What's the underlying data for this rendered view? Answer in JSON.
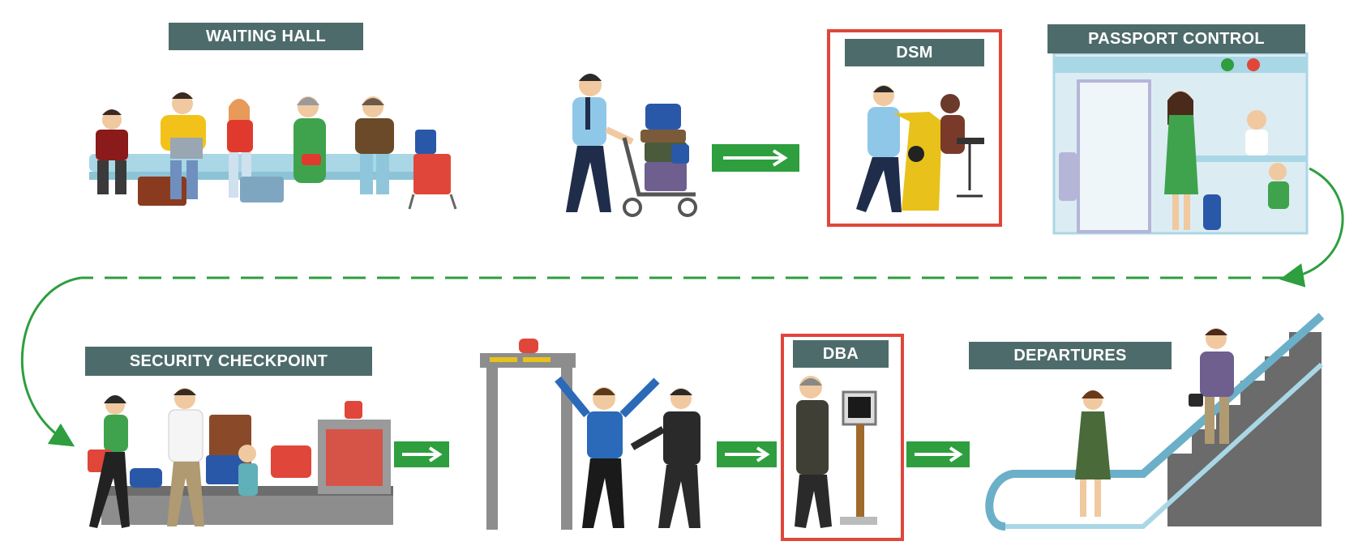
{
  "stages": {
    "waiting_hall": "WAITING HALL",
    "dsm": "DSM",
    "passport_control": "PASSPORT CONTROL",
    "security_checkpoint": "SECURITY CHECKPOINT",
    "dba": "DBA",
    "departures": "DEPARTURES"
  },
  "colors": {
    "label_bg": "#4e6b6b",
    "accent_red": "#e0463a",
    "flow_green": "#2e9e3e"
  },
  "icons": [
    "arrow-right-icon",
    "flow-arrow-icon"
  ]
}
